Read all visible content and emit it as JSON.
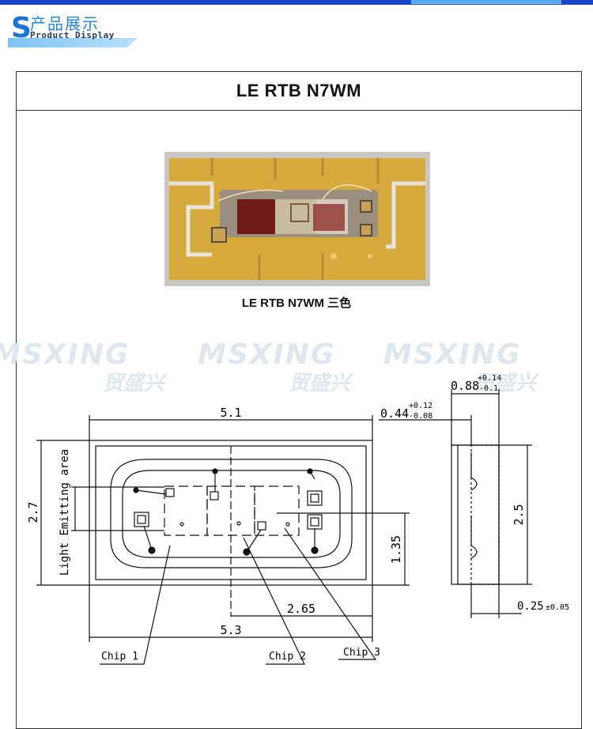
{
  "header": {
    "letter": "S",
    "title_cn": "产品展示",
    "title_en": "Product Display"
  },
  "product": {
    "title": "LE RTB N7WM",
    "caption": "LE RTB N7WM 三色"
  },
  "watermark": {
    "brand_en": "MSXING",
    "brand_cn": "贸盛兴"
  },
  "dimensions": {
    "width_top": "5.1",
    "width_bottom": "5.3",
    "height_left": "2.7",
    "light_area": "Light Emitting area",
    "offset_right": "1.35",
    "offset_bottom": "2.65",
    "thickness_top_base": "0.88",
    "thickness_top_tol_plus": "+0.14",
    "thickness_top_tol_minus": "-0.1",
    "lens_base": "0.44",
    "lens_tol_plus": "+0.12",
    "lens_tol_minus": "-0.08",
    "side_height": "2.5",
    "side_pad": "0.25",
    "side_pad_tol": "±0.05"
  },
  "chips": {
    "chip1": "Chip 1",
    "chip2": "Chip 2",
    "chip3": "Chip 3"
  },
  "colors": {
    "accent": "#1745c9",
    "header_blue": "#1d74d8",
    "gold": "#d9a93a",
    "chip_red": "#8a1c12"
  }
}
